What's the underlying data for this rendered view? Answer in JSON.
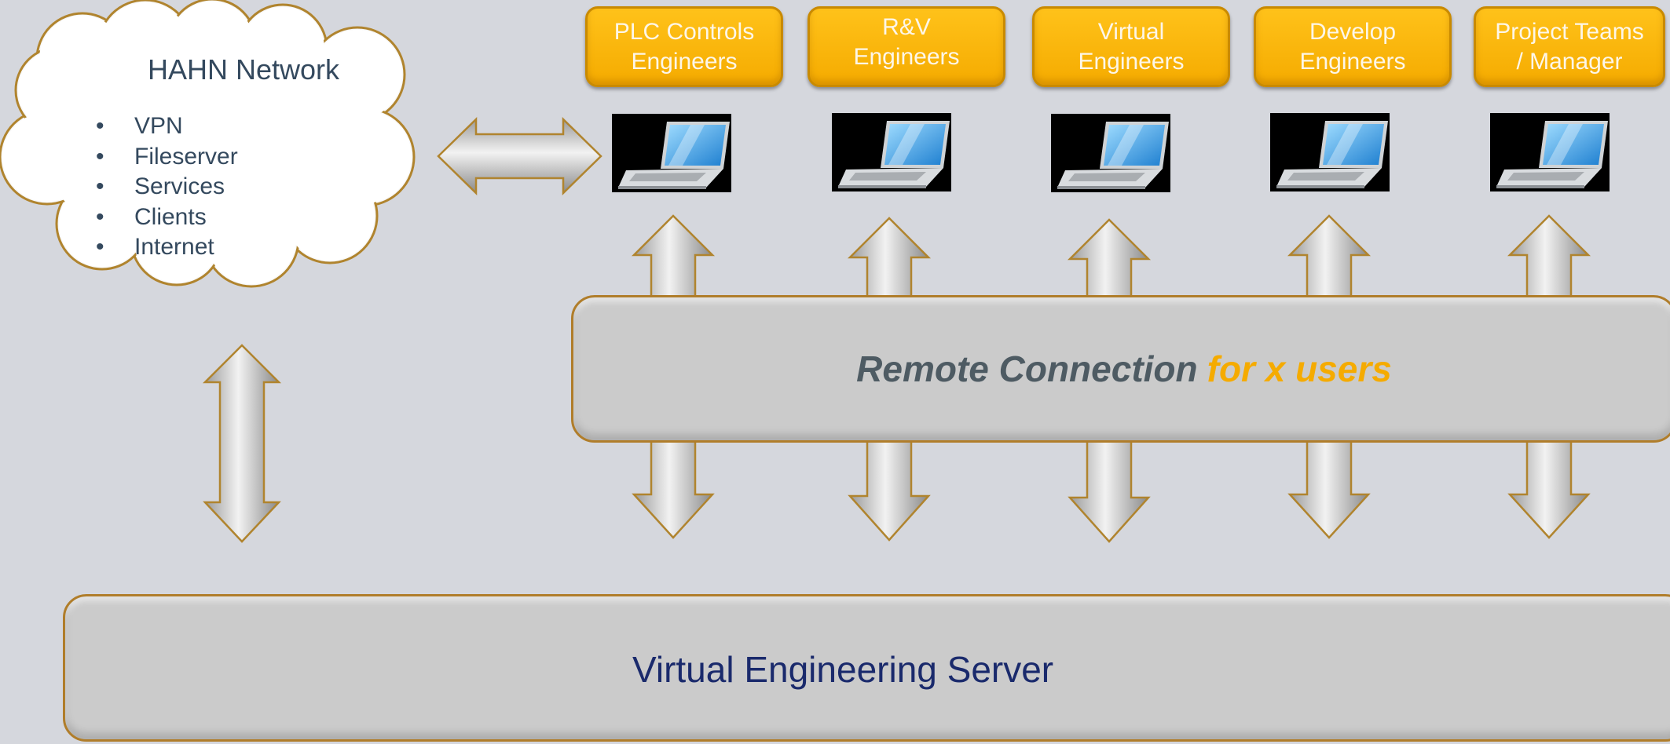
{
  "cloud": {
    "title": "HAHN Network",
    "items": [
      "VPN",
      "Fileserver",
      "Services",
      "Clients",
      "Internet"
    ]
  },
  "roles": [
    {
      "label": "PLC Controls\nEngineers"
    },
    {
      "label": "R&V\nEngineers"
    },
    {
      "label": "Virtual\nEngineers"
    },
    {
      "label": "Develop\nEngineers"
    },
    {
      "label": "Project Teams\n/ Manager"
    }
  ],
  "remote": {
    "main": "Remote Connection",
    "accent": "for x users"
  },
  "server": {
    "label": "Virtual Engineering Server"
  },
  "colors": {
    "background": "#d5d7dd",
    "role_fill": "#ffc21a",
    "accent": "#f5ab00",
    "box_fill": "#cbcbcb",
    "text_dark": "#34495e",
    "server_text": "#1a2a6c"
  },
  "icons": {
    "laptop": "laptop-icon",
    "arrow": "double-arrow-icon",
    "cloud": "cloud-shape"
  }
}
